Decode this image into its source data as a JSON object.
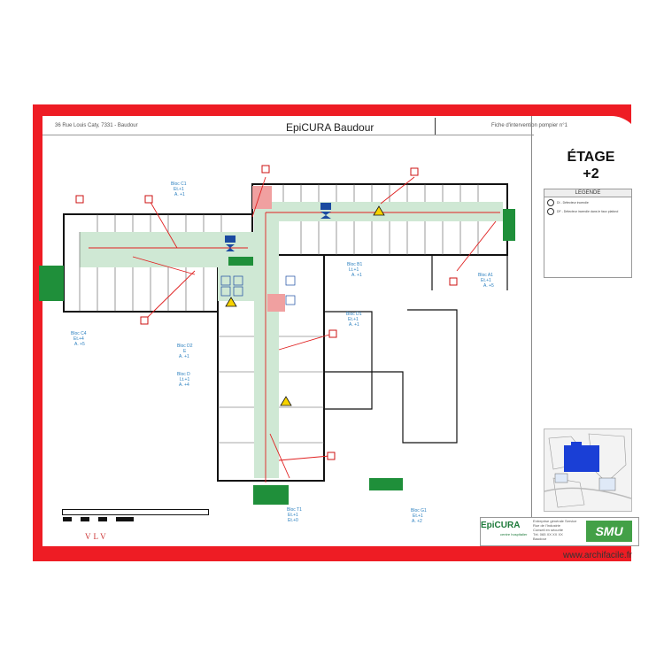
{
  "header": {
    "address": "36 Rue Louis Caty, 7331 - Baudour",
    "title": "EpiCURA Baudour",
    "right_text": "Fiche d'intervention pompier n°1"
  },
  "panel": {
    "etage_line1": "ÉTAGE",
    "etage_line2": "+2",
    "legend_title": "LEGENDE",
    "legend_items": [
      "DI - Détecteur incendie",
      "DF - Détecteur incendie dans le faux plafond"
    ]
  },
  "logos": {
    "epicura": "EpiCURA",
    "epicura_sub": "centre hospitalier",
    "smu": "SMU",
    "details": [
      "Entreprise générale Service",
      "Rue de l'Industrie",
      "Conseil en sécurité",
      "Tél. 065 XX XX XX",
      "Baudour"
    ]
  },
  "footer": {
    "author": "VLV",
    "watermark": "www.archifacile.fr"
  },
  "colors": {
    "frame": "#ee1c24",
    "corridor": "#cfe8d4",
    "exit": "#1f8f3a",
    "wall": "#111111",
    "annotation": "#2a7fbf"
  },
  "blocks": [
    {
      "text": [
        "Bloc C1",
        "Et.+1",
        "A. +1"
      ]
    },
    {
      "text": [
        "Bloc B1",
        "Lt.+1",
        "A. +1"
      ]
    },
    {
      "text": [
        "Bloc A1",
        "Et.+1",
        "A. +5"
      ]
    },
    {
      "text": [
        "Bloc C4",
        "Et.+4",
        "A. +5"
      ]
    },
    {
      "text": [
        "Bloc D1",
        "Et.+1",
        "A. +1"
      ]
    },
    {
      "text": [
        "Bloc D2",
        "E",
        "A. +1"
      ]
    },
    {
      "text": [
        "Bloc D",
        "Lt.+1",
        "A. +4"
      ]
    },
    {
      "text": [
        "Bloc T1",
        "Et.+1",
        "Et.+0"
      ]
    },
    {
      "text": [
        "Bloc G1",
        "Et.+1",
        "A. +2"
      ]
    }
  ]
}
